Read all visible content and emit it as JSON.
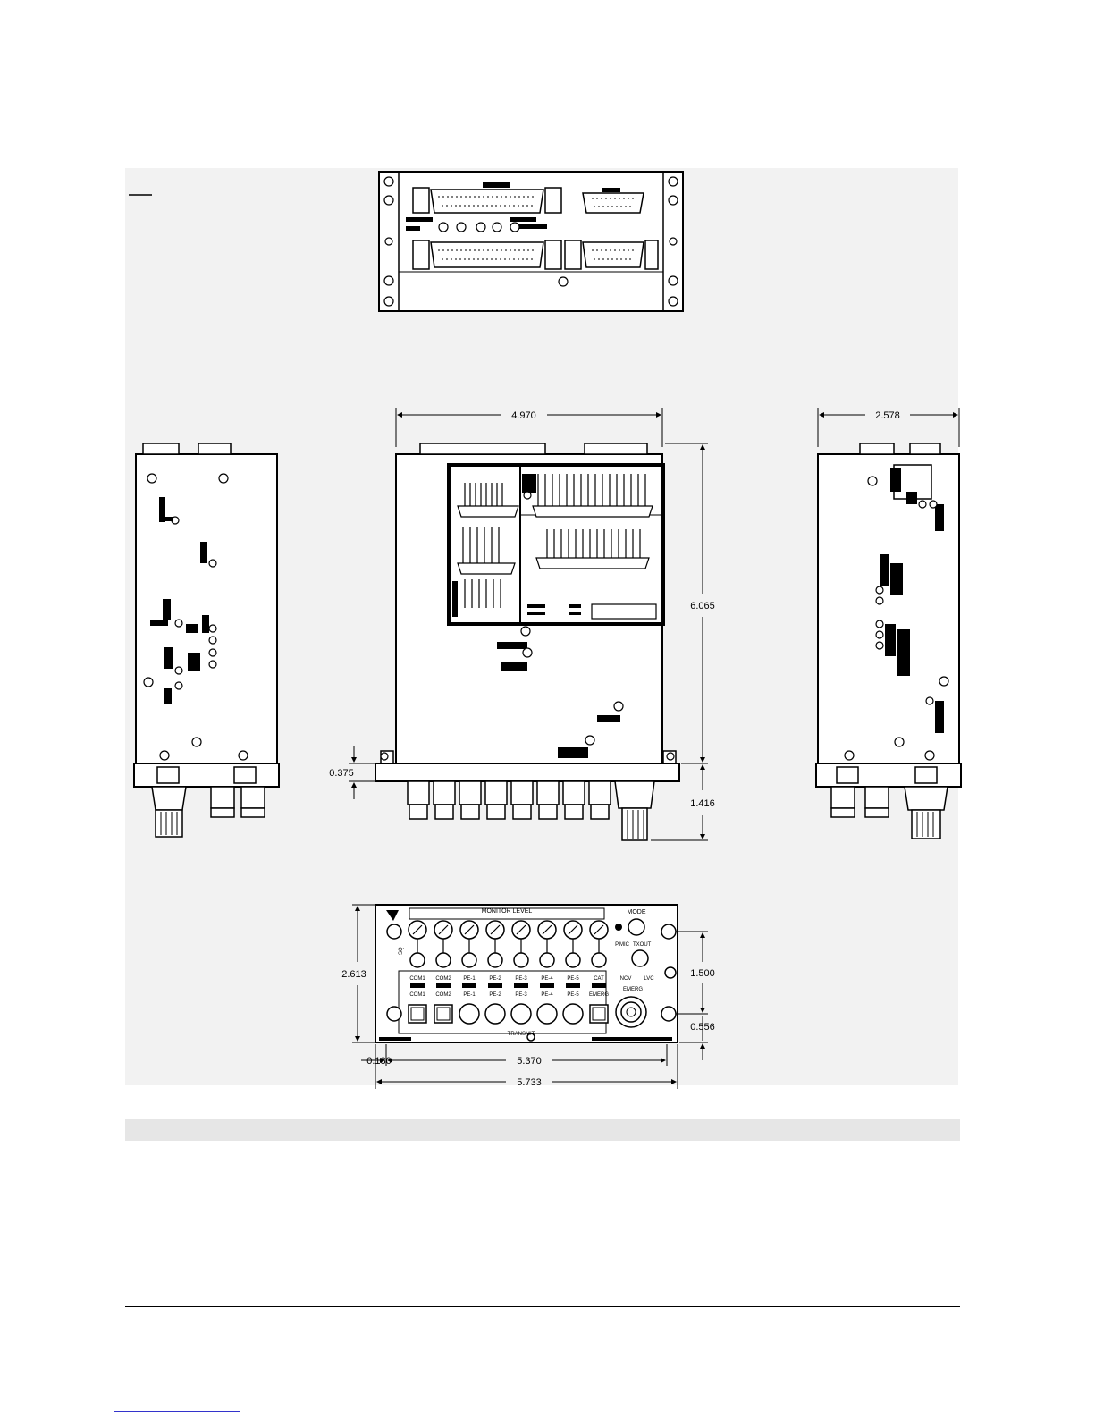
{
  "figure": {
    "dimensions": {
      "main_width": "4.970",
      "side_depth": "2.578",
      "main_height": "6.065",
      "flange": "0.375",
      "connector_protrusion": "1.416",
      "front_height": "2.613",
      "front_inner_height": "1.500",
      "front_bottom_offset": "0.556",
      "front_left_offset": "0.180",
      "front_inner_width": "5.370",
      "front_overall_width": "5.733"
    },
    "front_panel": {
      "monitor_level": "MONITOR LEVEL",
      "mode": "MODE",
      "pmic": "P.MIC",
      "txout": "TXOUT",
      "ncv": "NCV",
      "lvc": "LVC",
      "emerg": "EMERG",
      "transmit": "TRANSMIT",
      "channels_top": [
        "COM1",
        "COM2",
        "PE-1",
        "PE-2",
        "PE-3",
        "PE-4",
        "PE-5",
        "CAT"
      ],
      "channels_bottom": [
        "COM1",
        "COM2",
        "PE-1",
        "PE-2",
        "PE-3",
        "PE-4",
        "PE-5",
        "EMERG"
      ]
    }
  },
  "colors": {
    "ink": "#000000",
    "background_panel": "#f2f2f2",
    "caption_bar": "#e6e6e6",
    "link_rule": "#3333cc"
  }
}
